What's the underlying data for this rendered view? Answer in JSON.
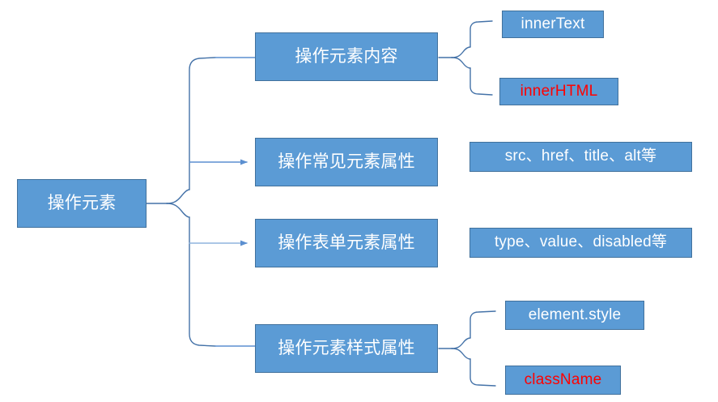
{
  "diagram": {
    "title": "操作元素",
    "type": "mind-map",
    "accent_color": "#5B9BD5",
    "border_color": "#41719C",
    "line_color": "#4472A8",
    "text_color": "#FFFFFF",
    "highlight_color": "#FF0000",
    "root": {
      "label": "操作元素"
    },
    "branches": [
      {
        "label": "操作元素内容",
        "connector": "brace",
        "children": [
          {
            "label": "innerText",
            "highlight": false
          },
          {
            "label": "innerHTML",
            "highlight": true
          }
        ]
      },
      {
        "label": "操作常见元素属性",
        "connector": "arrow",
        "children": [
          {
            "label": "src、href、title、alt等",
            "highlight": false
          }
        ]
      },
      {
        "label": "操作表单元素属性",
        "connector": "arrow",
        "children": [
          {
            "label": "type、value、disabled等",
            "highlight": false
          }
        ]
      },
      {
        "label": "操作元素样式属性",
        "connector": "brace",
        "children": [
          {
            "label": "element.style",
            "highlight": false
          },
          {
            "label": "className",
            "highlight": true
          }
        ]
      }
    ]
  }
}
